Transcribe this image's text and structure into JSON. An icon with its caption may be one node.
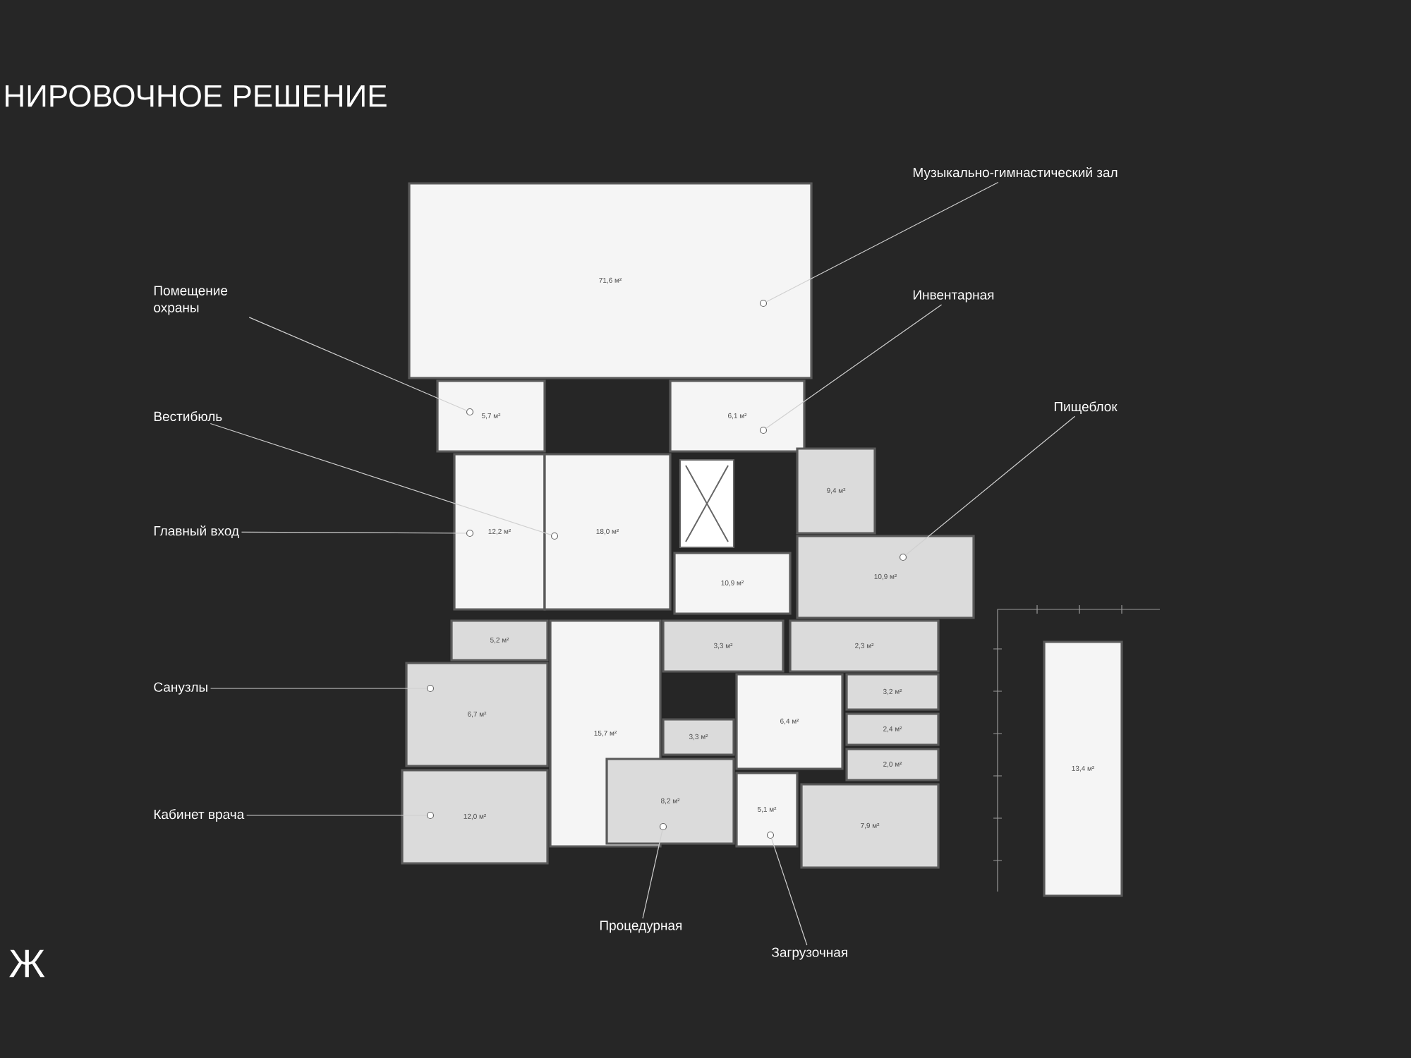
{
  "diagram": {
    "title": "НИРОВОЧНОЕ РЕШЕНИЕ",
    "nodes": [
      {
        "text": [
          "Музыкально-гимнастический зал"
        ]
      },
      {
        "text": [
          "Помещение охраны"
        ]
      },
      {
        "text": [
          "Инвентарная"
        ]
      },
      {
        "text": [
          "Вестибюль"
        ]
      },
      {
        "text": [
          "Пищеблок"
        ]
      },
      {
        "text": [
          "Главный вход"
        ]
      },
      {
        "text": [
          "Санузлы"
        ]
      },
      {
        "text": [
          "Кабинет врача"
        ]
      },
      {
        "text": [
          "Процедурная"
        ]
      },
      {
        "text": [
          "Загрузочная"
        ]
      },
      {
        "text": [
          "71,6 м²"
        ]
      },
      {
        "text": [],
        "shape": "circle",
        "in": 10
      },
      {
        "text": [
          "5,7 м²"
        ]
      },
      {
        "text": [],
        "shape": "circle",
        "in": 12
      },
      {
        "text": [
          "6,1 м²"
        ]
      },
      {
        "text": [],
        "shape": "circle",
        "in": 14
      },
      {
        "text": [
          "12,2 м²"
        ]
      },
      {
        "text": [],
        "shape": "circle",
        "in": 16
      },
      {
        "text": [
          "18,0 м²"
        ]
      },
      {
        "text": [],
        "shape": "circle",
        "in": 18
      },
      {
        "text": [
          "9,4 м²"
        ]
      },
      {
        "text": [
          "10,9 м²"
        ]
      },
      {
        "text": [],
        "shape": "circle",
        "in": 21
      },
      {
        "text": [
          "10,9 м²"
        ]
      },
      {
        "text": [
          "3,3 м²"
        ]
      },
      {
        "text": [
          "2,3 м²"
        ]
      },
      {
        "text": [
          "5,2 м²"
        ]
      },
      {
        "text": [
          "6,7 м²"
        ]
      },
      {
        "text": [],
        "shape": "circle",
        "in": 27
      },
      {
        "text": [
          "15,7 м²"
        ]
      },
      {
        "text": [
          "6,4 м²"
        ]
      },
      {
        "text": [
          "3,3 м²"
        ]
      },
      {
        "text": [
          "3,2 м²"
        ]
      },
      {
        "text": [
          "2,4 м²"
        ]
      },
      {
        "text": [
          "2,0 м²"
        ]
      },
      {
        "text": [
          "8,2 м²"
        ]
      },
      {
        "text": [],
        "shape": "circle",
        "in": 35
      },
      {
        "text": [
          "5,1 м²"
        ]
      },
      {
        "text": [],
        "shape": "circle",
        "in": 37
      },
      {
        "text": [
          "12,0 м²"
        ]
      },
      {
        "text": [],
        "shape": "circle",
        "in": 39
      },
      {
        "text": [
          "7,9 м²"
        ]
      },
      {
        "text": [
          "13,4 м²"
        ]
      }
    ],
    "edges": [
      {
        "from": 0,
        "to": 11,
        "arrow": "none"
      },
      {
        "from": 1,
        "to": 13,
        "arrow": "none"
      },
      {
        "from": 2,
        "to": 15,
        "arrow": "none"
      },
      {
        "from": 3,
        "to": 19,
        "arrow": "none"
      },
      {
        "from": 4,
        "to": 22,
        "arrow": "none"
      },
      {
        "from": 5,
        "to": 17,
        "arrow": "none"
      },
      {
        "from": 6,
        "to": 28,
        "arrow": "none"
      },
      {
        "from": 7,
        "to": 40,
        "arrow": "none"
      },
      {
        "from": 8,
        "to": 36,
        "arrow": "none"
      },
      {
        "from": 9,
        "to": 38,
        "arrow": "none"
      }
    ],
    "labels": [
      "Ж"
    ]
  }
}
